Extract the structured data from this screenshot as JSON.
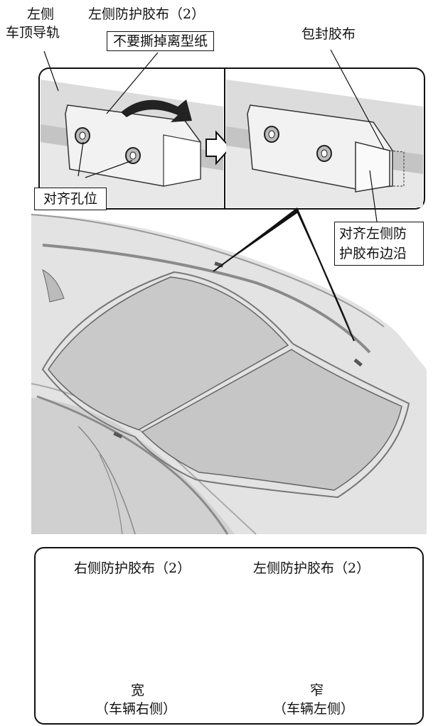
{
  "top_labels": {
    "left_roof_rail": [
      "左侧",
      "车顶导轨"
    ],
    "left_protective_tape": "左侧防护胶布（2）",
    "do_not_remove_backing": "不要撕掉离型纸",
    "wrap_tape": "包封胶布"
  },
  "callouts": {
    "align_holes": "对齐孔位",
    "align_left_tape_edge": [
      "对齐左侧防",
      "护胶布边沿"
    ]
  },
  "bottom_panel": {
    "right_tape_title": "右侧防护胶布（2）",
    "left_tape_title": "左侧防护胶布（2）",
    "right_spacing_label": "宽",
    "right_spacing_note": "（车辆右侧）",
    "left_spacing_label": "窄",
    "left_spacing_note": "（车辆左侧）"
  }
}
